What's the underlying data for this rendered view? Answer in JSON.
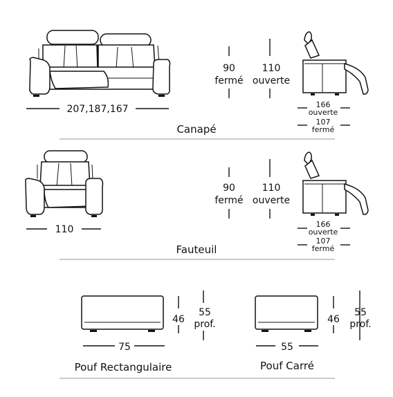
{
  "canape": {
    "width_label": "207,187,167",
    "height_closed_value": "90",
    "height_closed_label": "fermé",
    "height_open_value": "110",
    "height_open_label": "ouverte",
    "depth_open_value": "166",
    "depth_open_label": "ouverte",
    "depth_closed_value": "107",
    "depth_closed_label": "fermé",
    "title": "Canapé"
  },
  "fauteuil": {
    "width_label": "110",
    "height_closed_value": "90",
    "height_closed_label": "fermé",
    "height_open_value": "110",
    "height_open_label": "ouverte",
    "depth_open_value": "166",
    "depth_open_label": "ouverte",
    "depth_closed_value": "107",
    "depth_closed_label": "fermé",
    "title": "Fauteuil"
  },
  "pouf_rect": {
    "width_label": "75",
    "height_value": "46",
    "depth_value": "55",
    "depth_label": "prof.",
    "title": "Pouf Rectangulaire"
  },
  "pouf_carre": {
    "width_label": "55",
    "height_value": "46",
    "depth_value": "55",
    "depth_label": "prof.",
    "title": "Pouf Carré"
  }
}
